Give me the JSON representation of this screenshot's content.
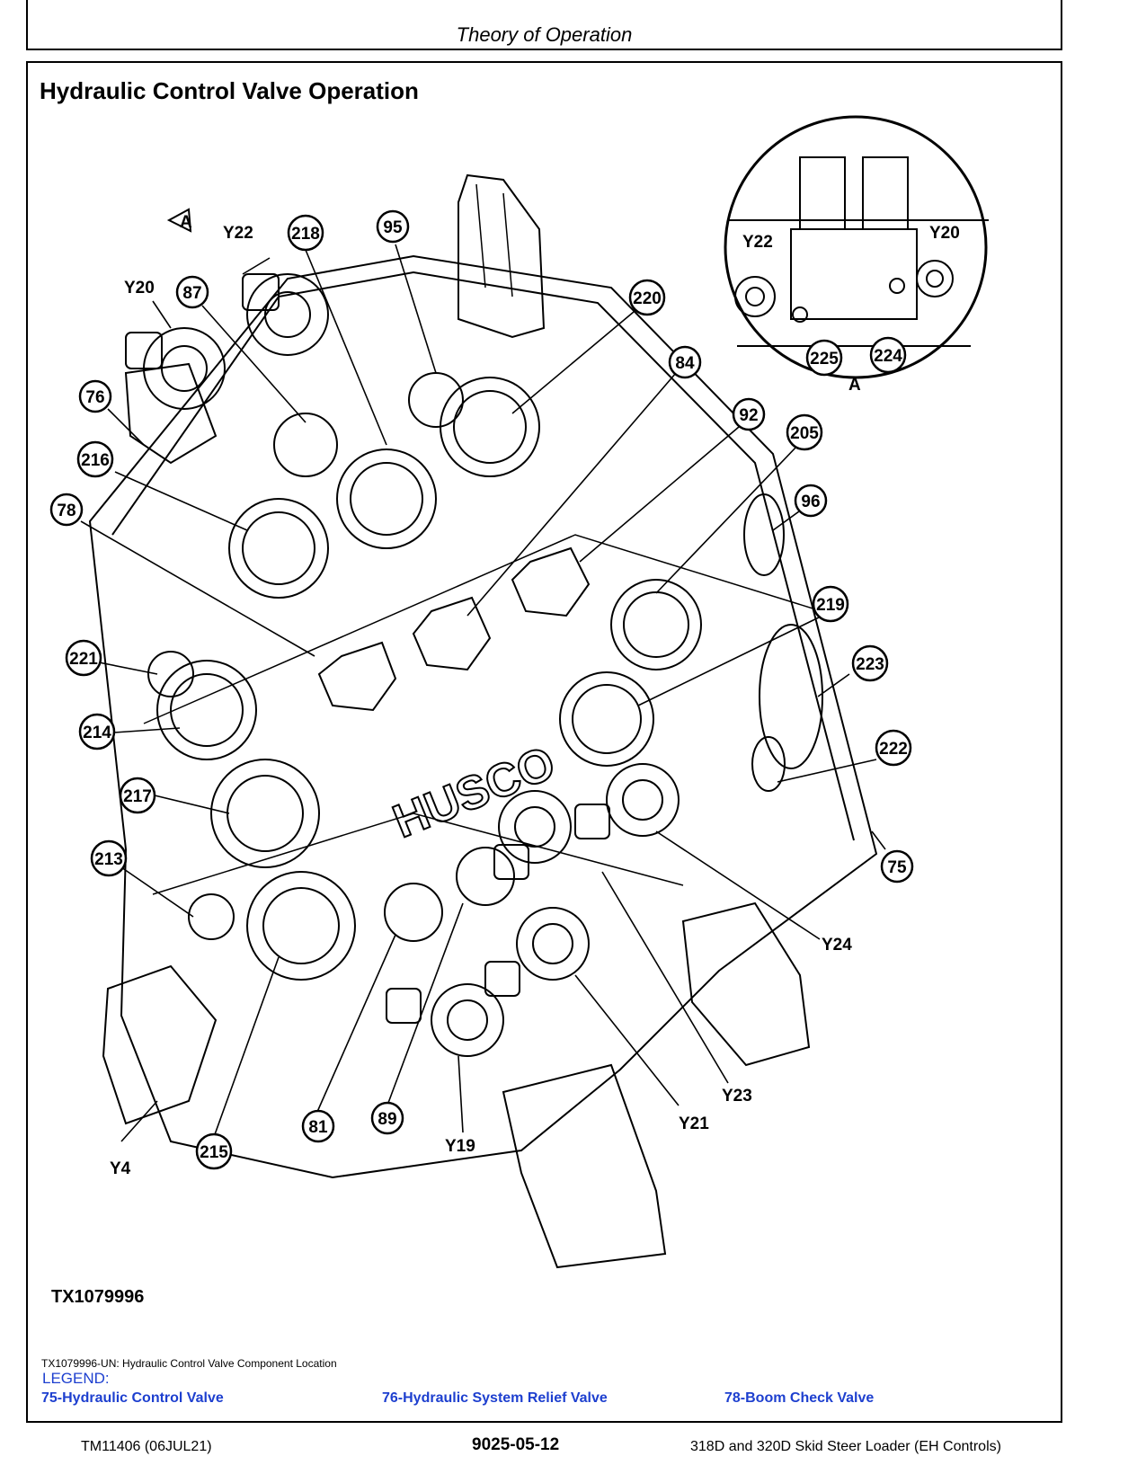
{
  "header": {
    "title": "Theory of Operation"
  },
  "section": {
    "title": "Hydraulic Control Valve Operation"
  },
  "figure": {
    "id_label": "TX1079996",
    "body_text": "HUSCO",
    "view_marker": "A",
    "callouts": [
      "218",
      "95",
      "220",
      "84",
      "92",
      "205",
      "96",
      "219",
      "223",
      "222",
      "75",
      "87",
      "76",
      "216",
      "78",
      "221",
      "214",
      "217",
      "213",
      "215",
      "81",
      "89",
      "225",
      "224"
    ],
    "labels": [
      "Y22",
      "Y20",
      "Y24",
      "Y23",
      "Y21",
      "Y19",
      "Y4",
      "Y22",
      "Y20",
      "A"
    ]
  },
  "caption": "TX1079996-UN: Hydraulic Control Valve Component Location",
  "legend": {
    "heading": "LEGEND:",
    "items": [
      "75-Hydraulic Control Valve",
      "76-Hydraulic System Relief Valve",
      "78-Boom Check Valve"
    ]
  },
  "footer": {
    "left": "TM11406 (06JUL21)",
    "center": "9025-05-12",
    "right": "318D and 320D Skid Steer Loader (EH Controls)"
  }
}
